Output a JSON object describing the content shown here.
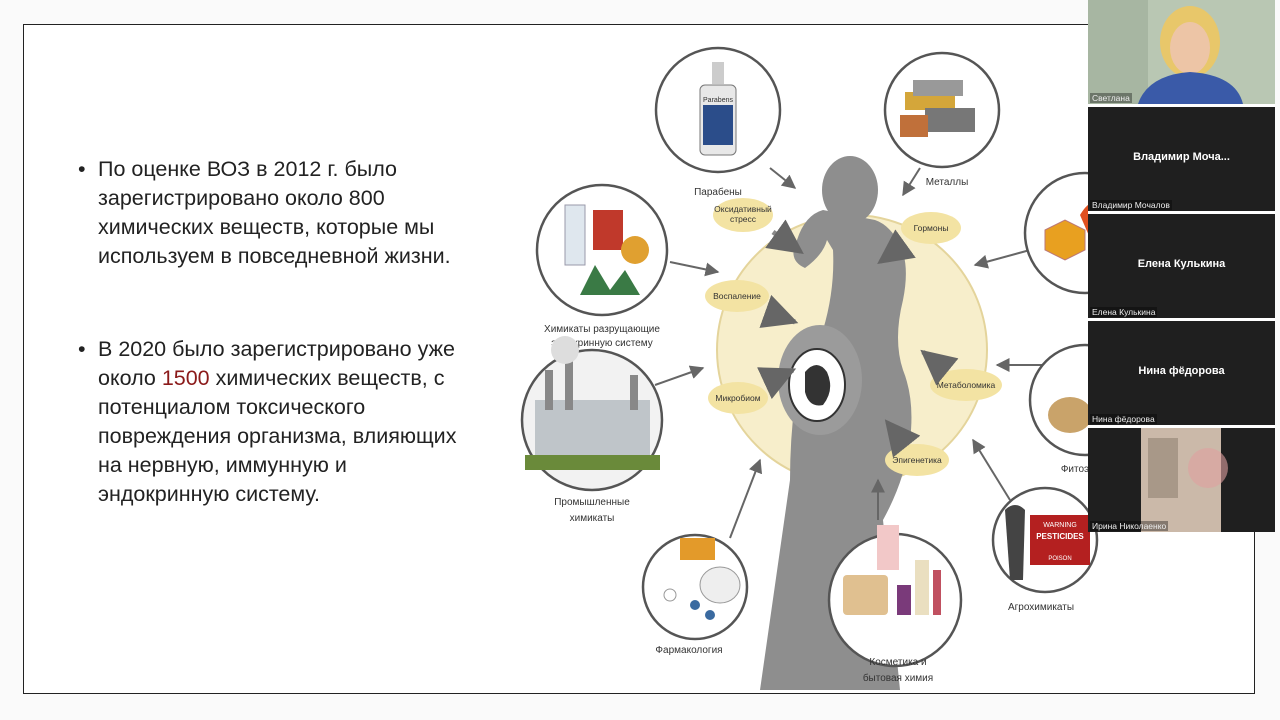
{
  "slide": {
    "bullet1": "По оценке ВОЗ в 2012 г. было зарегистрировано около 800 химических веществ, которые мы используем в повседневной жизни.",
    "bullet2_pre": "В 2020 было зарегистрировано уже около ",
    "bullet2_highlight": "1500",
    "bullet2_post": " химических веществ, с потенциалом токсического повреждения организма, влияющих на нервную, иммунную и эндокринную систему.",
    "highlight_color": "#8b1a1a"
  },
  "diagram": {
    "outer_labels": {
      "parabens": "Парабены",
      "metals": "Металлы",
      "endocrine1": "Химикаты разрущающие",
      "endocrine2": "эндокринную систему",
      "industrial1": "Промышленные",
      "industrial2": "химикаты",
      "pharma": "Фармакология",
      "cosmetics1": "Косметика и",
      "cosmetics2": "бытовая химия",
      "agro": "Агрохимикаты",
      "phyto": "Фитоэ"
    },
    "inner_labels": {
      "oxidative1": "Оксидативный",
      "oxidative2": "стресс",
      "hormones": "Гормоны",
      "inflammation": "Воспаление",
      "microbiome": "Микробиом",
      "metabolomics": "Метаболомика",
      "epigenetics": "Эпигенетика"
    },
    "icon_texts": {
      "parabens_bottle": "Parabens",
      "warning": "WARNING",
      "pesticides": "PESTICIDES",
      "poison": "POISON"
    }
  },
  "participants": [
    {
      "name": "Светлана",
      "display": ""
    },
    {
      "name": "Владимир Мочалов",
      "display": "Владимир  Моча..."
    },
    {
      "name": "Елена Кулькина",
      "display": "Елена Кулькина"
    },
    {
      "name": "Нина фёдорова",
      "display": "Нина фёдорова"
    },
    {
      "name": "Ирина Николаенко",
      "display": ""
    }
  ]
}
